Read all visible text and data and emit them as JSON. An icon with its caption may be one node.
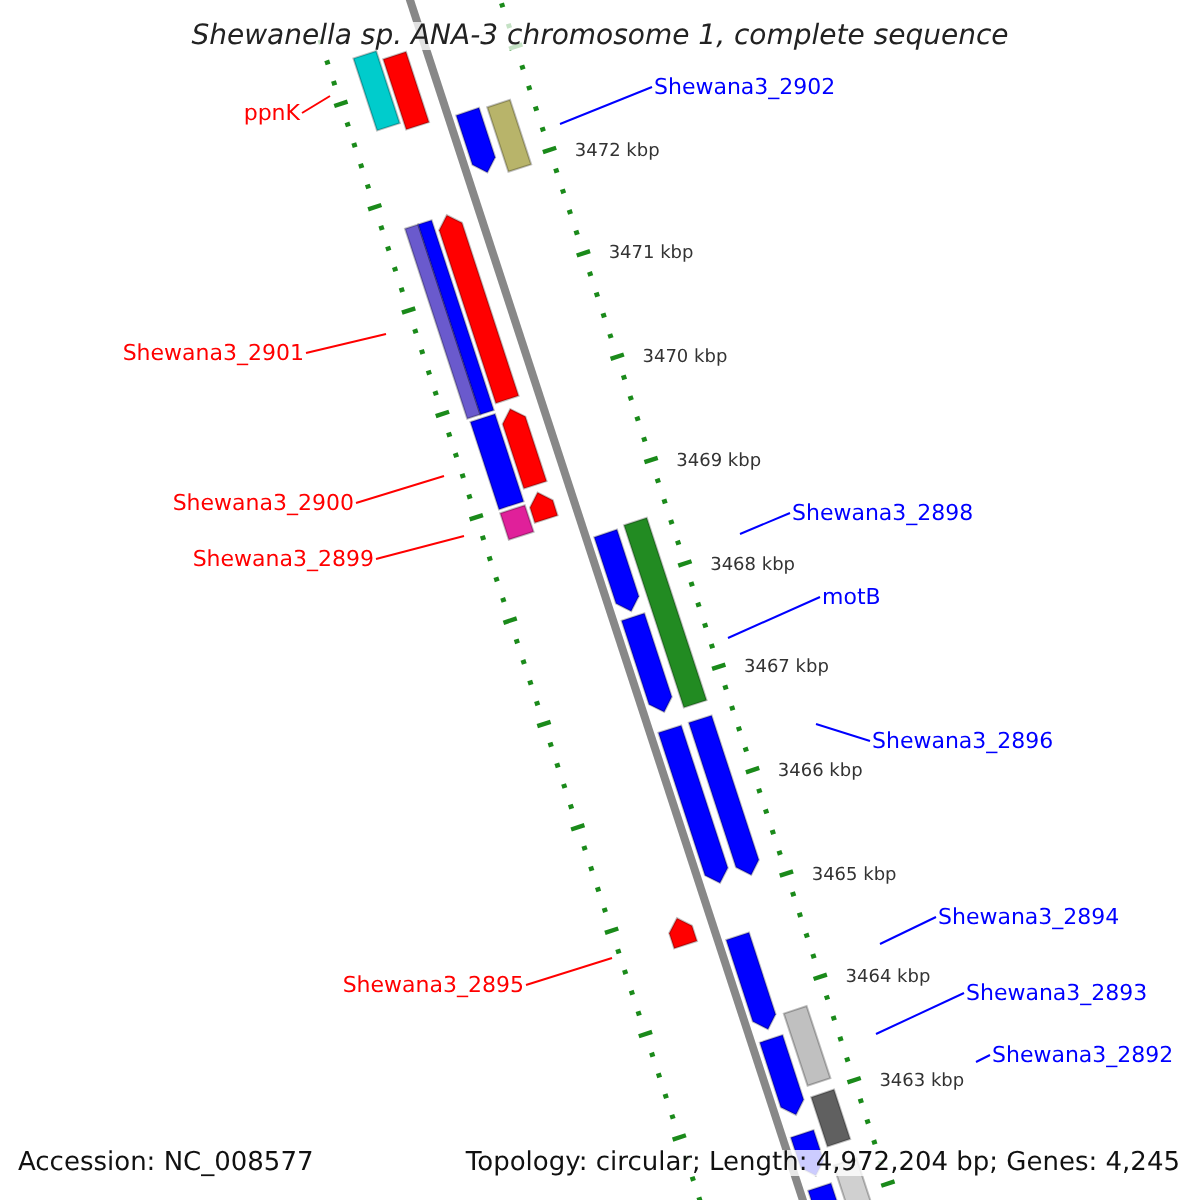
{
  "diagram": {
    "title": "Shewanella sp. ANA-3 chromosome 1, complete sequence",
    "nodes": [
      {
        "text": [
          "ppnK"
        ]
      },
      {
        "text": [
          "Shewana3_2902"
        ]
      },
      {
        "text": [
          "Shewana3_2901"
        ]
      },
      {
        "text": [
          "Shewana3_2900"
        ]
      },
      {
        "text": [
          "Shewana3_2899"
        ]
      },
      {
        "text": [
          "Shewana3_2898"
        ]
      },
      {
        "text": [
          "motB"
        ]
      },
      {
        "text": [
          "Shewana3_2896"
        ]
      },
      {
        "text": [
          "Shewana3_2895"
        ]
      },
      {
        "text": [
          "Shewana3_2894"
        ]
      },
      {
        "text": [
          "Shewana3_2893"
        ]
      },
      {
        "text": [
          "Shewana3_2892"
        ]
      }
    ],
    "edges": [
      {
        "from": 0,
        "to": null,
        "arrow": "none",
        "color": "#ff0000"
      },
      {
        "from": 1,
        "to": null,
        "arrow": "none"
      },
      {
        "from": 2,
        "to": null,
        "arrow": "none",
        "color": "#ff0000"
      },
      {
        "from": 3,
        "to": null,
        "arrow": "none",
        "color": "#ff0000"
      },
      {
        "from": 4,
        "to": null,
        "arrow": "none",
        "color": "#ff0000"
      },
      {
        "from": 5,
        "to": null,
        "arrow": "none"
      },
      {
        "from": 6,
        "to": null,
        "arrow": "none"
      },
      {
        "from": 7,
        "to": null,
        "arrow": "none"
      },
      {
        "from": 8,
        "to": null,
        "arrow": "none",
        "color": "#ff0000"
      },
      {
        "from": 9,
        "to": null,
        "arrow": "none"
      },
      {
        "from": 10,
        "to": null,
        "arrow": "none"
      },
      {
        "from": 11,
        "to": null,
        "arrow": "none"
      }
    ],
    "labels": [
      "3472 kbp",
      "3471 kbp",
      "3470 kbp",
      "3469 kbp",
      "3468 kbp",
      "3467 kbp",
      "3466 kbp",
      "3465 kbp",
      "3464 kbp",
      "3463 kbp",
      "Accession: NC_008577",
      "Topology: circular; Length: 4,972,204 bp; Genes: 4,245"
    ]
  }
}
